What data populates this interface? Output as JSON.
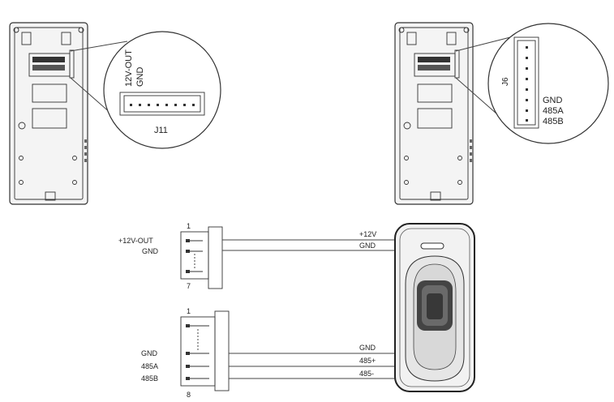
{
  "panel_left": {
    "label_12v": "12V-OUT",
    "label_gnd": "GND",
    "connector": "J11"
  },
  "panel_right": {
    "connector": "J6",
    "label_gnd": "GND",
    "label_485a": "485A",
    "label_485b": "485B"
  },
  "wiring_top": {
    "pin_first": "1",
    "pin_last": "7",
    "label_12v_out": "+12V-OUT",
    "label_gnd": "GND",
    "wire_12v": "+12V",
    "wire_gnd": "GND"
  },
  "wiring_bottom": {
    "pin_first": "1",
    "pin_last": "8",
    "label_gnd": "GND",
    "label_485a": "485A",
    "label_485b": "485B",
    "wire_gnd": "GND",
    "wire_485p": "485+",
    "wire_485n": "485-"
  }
}
